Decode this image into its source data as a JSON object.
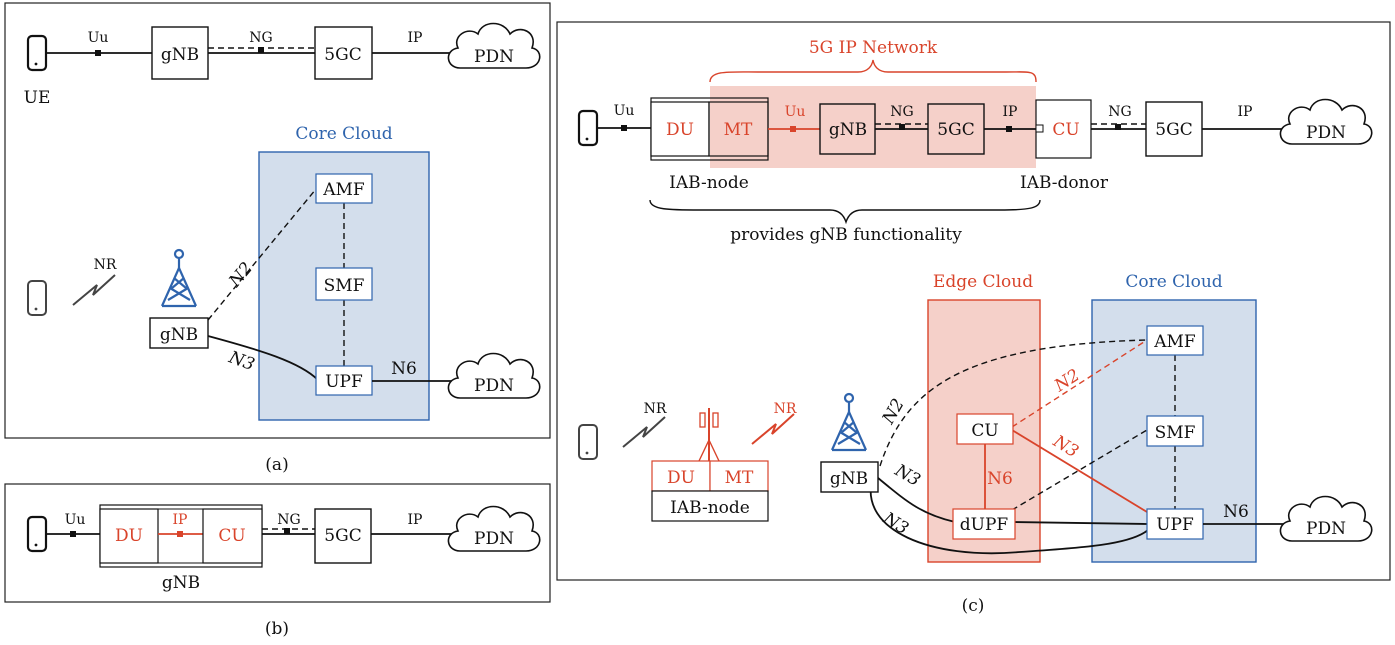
{
  "colors": {
    "red": "#d9442b",
    "blue": "#2f64ad",
    "red_fill": "#f5d0c9",
    "blue_fill": "#d3deec",
    "black": "#111111"
  },
  "panel_a": {
    "caption": "(a)",
    "top_row": {
      "ue": "UE",
      "uu": "Uu",
      "gnb": "gNB",
      "ng": "NG",
      "core": "5GC",
      "ip": "IP",
      "pdn": "PDN"
    },
    "core_cloud": "Core Cloud",
    "amf": "AMF",
    "smf": "SMF",
    "upf": "UPF",
    "gnb": "gNB",
    "nr": "NR",
    "n2": "N2",
    "n3": "N3",
    "n6": "N6",
    "pdn": "PDN"
  },
  "panel_b": {
    "caption": "(b)",
    "uu": "Uu",
    "du": "DU",
    "ip_mid": "IP",
    "cu": "CU",
    "ng": "NG",
    "core": "5GC",
    "ip": "IP",
    "pdn": "PDN",
    "gnb": "gNB"
  },
  "panel_c": {
    "caption": "(c)",
    "network": "5G IP Network",
    "top_row": {
      "uu": "Uu",
      "du": "DU",
      "mt": "MT",
      "uu_red": "Uu",
      "gnb": "gNB",
      "ng1": "NG",
      "core1": "5GC",
      "ip1": "IP",
      "cu": "CU",
      "ng2": "NG",
      "core2": "5GC",
      "ip2": "IP",
      "pdn": "PDN"
    },
    "iab_node": "IAB-node",
    "iab_donor": "IAB-donor",
    "provides": "provides gNB functionality",
    "edge_cloud": "Edge Cloud",
    "core_cloud": "Core Cloud",
    "amf": "AMF",
    "smf": "SMF",
    "upf": "UPF",
    "cu": "CU",
    "dupf": "dUPF",
    "du": "DU",
    "mt": "MT",
    "iab_node_box": "IAB-node",
    "gnb": "gNB",
    "nr1": "NR",
    "nr2": "NR",
    "n2_black": "N2",
    "n2_red": "N2",
    "n3_red": "N3",
    "n3_a": "N3",
    "n3_b": "N3",
    "n6_red": "N6",
    "n6": "N6",
    "pdn": "PDN"
  }
}
